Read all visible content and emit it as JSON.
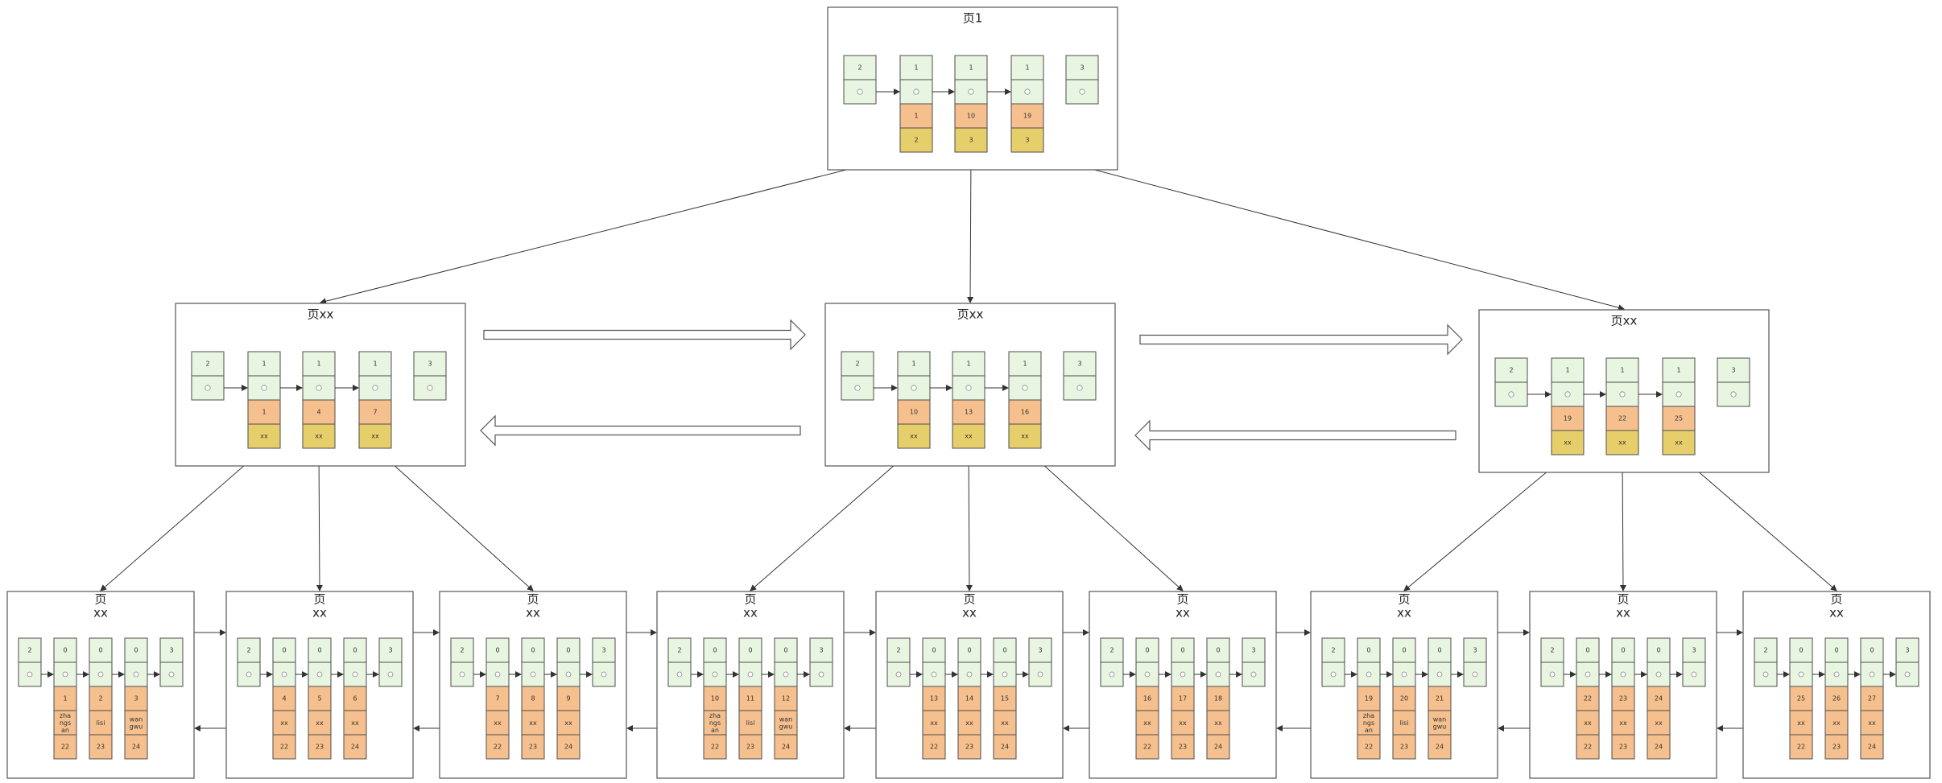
{
  "colors": {
    "record_header": "#e8f5e0",
    "record_key": "#f5c08e",
    "record_pointer": "#e6cf6a"
  },
  "root": {
    "title": "页1",
    "infimum": "2",
    "supremum": "3",
    "records": [
      {
        "head": "1",
        "key": "1",
        "ptr": "2"
      },
      {
        "head": "1",
        "key": "10",
        "ptr": "3"
      },
      {
        "head": "1",
        "key": "19",
        "ptr": "3"
      }
    ]
  },
  "internal": [
    {
      "title": "页xx",
      "infimum": "2",
      "supremum": "3",
      "records": [
        {
          "head": "1",
          "key": "1",
          "ptr": "xx"
        },
        {
          "head": "1",
          "key": "4",
          "ptr": "xx"
        },
        {
          "head": "1",
          "key": "7",
          "ptr": "xx"
        }
      ]
    },
    {
      "title": "页xx",
      "infimum": "2",
      "supremum": "3",
      "records": [
        {
          "head": "1",
          "key": "10",
          "ptr": "xx"
        },
        {
          "head": "1",
          "key": "13",
          "ptr": "xx"
        },
        {
          "head": "1",
          "key": "16",
          "ptr": "xx"
        }
      ]
    },
    {
      "title": "页xx",
      "infimum": "2",
      "supremum": "3",
      "records": [
        {
          "head": "1",
          "key": "19",
          "ptr": "xx"
        },
        {
          "head": "1",
          "key": "22",
          "ptr": "xx"
        },
        {
          "head": "1",
          "key": "25",
          "ptr": "xx"
        }
      ]
    }
  ],
  "leaves": [
    {
      "title_line1": "页",
      "title_line2": "xx",
      "infimum": "2",
      "supremum": "3",
      "records": [
        {
          "head": "0",
          "id": "1",
          "name": "zhangsan",
          "age": "22"
        },
        {
          "head": "0",
          "id": "2",
          "name": "lisi",
          "age": "23"
        },
        {
          "head": "0",
          "id": "3",
          "name": "wangwu",
          "age": "24"
        }
      ]
    },
    {
      "title_line1": "页",
      "title_line2": "xx",
      "infimum": "2",
      "supremum": "3",
      "records": [
        {
          "head": "0",
          "id": "4",
          "name": "xx",
          "age": "22"
        },
        {
          "head": "0",
          "id": "5",
          "name": "xx",
          "age": "23"
        },
        {
          "head": "0",
          "id": "6",
          "name": "xx",
          "age": "24"
        }
      ]
    },
    {
      "title_line1": "页",
      "title_line2": "xx",
      "infimum": "2",
      "supremum": "3",
      "records": [
        {
          "head": "0",
          "id": "7",
          "name": "xx",
          "age": "22"
        },
        {
          "head": "0",
          "id": "8",
          "name": "xx",
          "age": "23"
        },
        {
          "head": "0",
          "id": "9",
          "name": "xx",
          "age": "24"
        }
      ]
    },
    {
      "title_line1": "页",
      "title_line2": "xx",
      "infimum": "2",
      "supremum": "3",
      "records": [
        {
          "head": "0",
          "id": "10",
          "name": "zhangsan",
          "age": "22"
        },
        {
          "head": "0",
          "id": "11",
          "name": "lisi",
          "age": "23"
        },
        {
          "head": "0",
          "id": "12",
          "name": "wangwu",
          "age": "24"
        }
      ]
    },
    {
      "title_line1": "页",
      "title_line2": "xx",
      "infimum": "2",
      "supremum": "3",
      "records": [
        {
          "head": "0",
          "id": "13",
          "name": "xx",
          "age": "22"
        },
        {
          "head": "0",
          "id": "14",
          "name": "xx",
          "age": "23"
        },
        {
          "head": "0",
          "id": "15",
          "name": "xx",
          "age": "24"
        }
      ]
    },
    {
      "title_line1": "页",
      "title_line2": "xx",
      "infimum": "2",
      "supremum": "3",
      "records": [
        {
          "head": "0",
          "id": "16",
          "name": "xx",
          "age": "22"
        },
        {
          "head": "0",
          "id": "17",
          "name": "xx",
          "age": "23"
        },
        {
          "head": "0",
          "id": "18",
          "name": "xx",
          "age": "24"
        }
      ]
    },
    {
      "title_line1": "页",
      "title_line2": "xx",
      "infimum": "2",
      "supremum": "3",
      "records": [
        {
          "head": "0",
          "id": "19",
          "name": "zhangsan",
          "age": "22"
        },
        {
          "head": "0",
          "id": "20",
          "name": "lisi",
          "age": "23"
        },
        {
          "head": "0",
          "id": "21",
          "name": "wangwu",
          "age": "24"
        }
      ]
    },
    {
      "title_line1": "页",
      "title_line2": "xx",
      "infimum": "2",
      "supremum": "3",
      "records": [
        {
          "head": "0",
          "id": "22",
          "name": "xx",
          "age": "22"
        },
        {
          "head": "0",
          "id": "23",
          "name": "xx",
          "age": "23"
        },
        {
          "head": "0",
          "id": "24",
          "name": "xx",
          "age": "24"
        }
      ]
    },
    {
      "title_line1": "页",
      "title_line2": "xx",
      "infimum": "2",
      "supremum": "3",
      "records": [
        {
          "head": "0",
          "id": "25",
          "name": "xx",
          "age": "22"
        },
        {
          "head": "0",
          "id": "26",
          "name": "xx",
          "age": "23"
        },
        {
          "head": "0",
          "id": "27",
          "name": "xx",
          "age": "24"
        }
      ]
    }
  ]
}
